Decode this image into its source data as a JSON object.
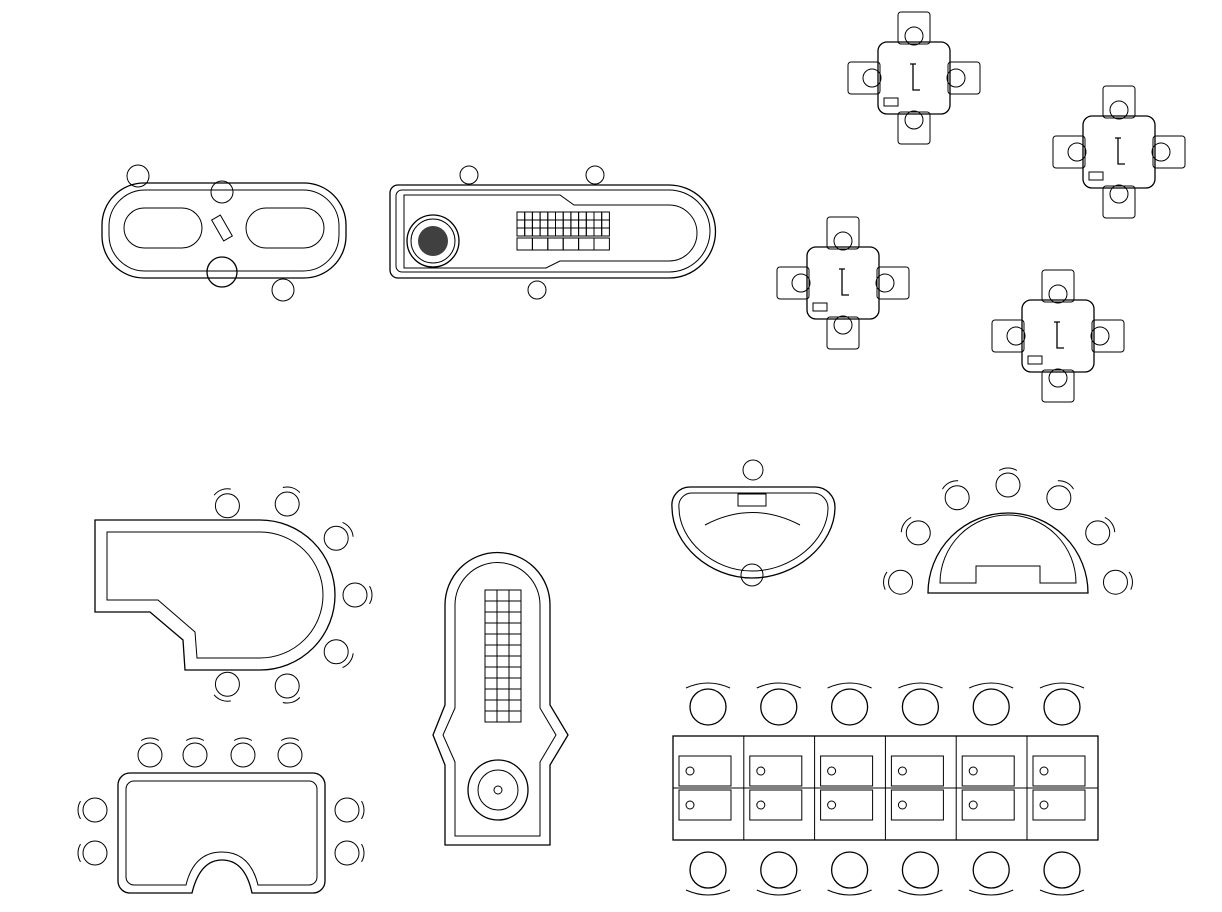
{
  "drawing": {
    "line_color": "#000000",
    "background": "#ffffff",
    "tables": [
      {
        "kind": "craps-table"
      },
      {
        "kind": "roulette-table"
      },
      {
        "kind": "square-card-table",
        "count": 4
      },
      {
        "kind": "kidney-table",
        "seats": 7
      },
      {
        "kind": "tall-roulette-table"
      },
      {
        "kind": "blackjack-table"
      },
      {
        "kind": "semicircle-table",
        "seats": 7
      },
      {
        "kind": "rectangular-table",
        "seats": 8
      },
      {
        "kind": "slot-machine-bank",
        "columns": 6,
        "stools": 12
      }
    ]
  }
}
